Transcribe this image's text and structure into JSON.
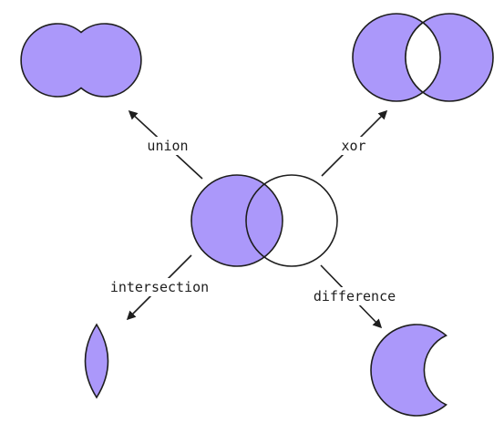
{
  "colors": {
    "fill": "#ab98fa",
    "stroke": "#1e1e1e",
    "background": "#ffffff"
  },
  "nodes": {
    "center": "center-venn-two-circles",
    "union": "union-result-shape",
    "xor": "xor-result-shape",
    "intersection": "intersection-result-shape",
    "difference": "difference-result-shape"
  },
  "edges": {
    "union": {
      "label": "union"
    },
    "xor": {
      "label": "xor"
    },
    "intersection": {
      "label": "intersection"
    },
    "difference": {
      "label": "difference"
    }
  }
}
